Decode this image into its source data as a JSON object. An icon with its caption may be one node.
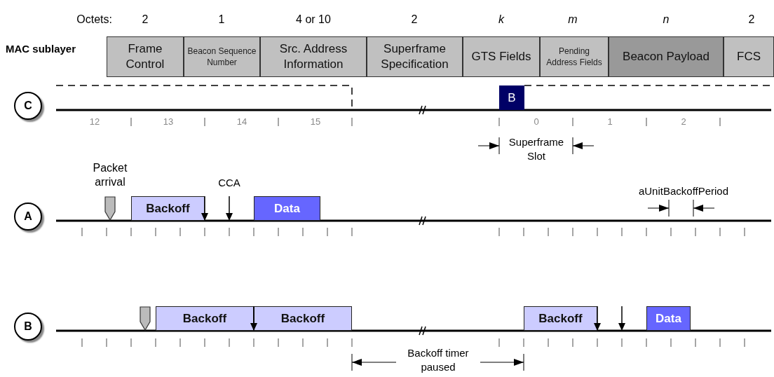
{
  "diagram": {
    "nodes": [
      {
        "text": [
          "Frame Control"
        ]
      },
      {
        "text": [
          "Beacon Sequence Number"
        ]
      },
      {
        "text": [
          "Src. Address Information"
        ]
      },
      {
        "text": [
          "Superframe Specification"
        ]
      },
      {
        "text": [
          "GTS Fields"
        ]
      },
      {
        "text": [
          "Pending Address Fields"
        ]
      },
      {
        "text": [
          "Beacon Payload"
        ]
      },
      {
        "text": [
          "FCS"
        ]
      },
      {
        "text": [
          "C"
        ]
      },
      {
        "text": [
          "B"
        ]
      },
      {
        "text": [
          "A"
        ]
      },
      {
        "text": [],
        "shape": "pentagon",
        "beside": [
          "Packet arrival"
        ]
      },
      {
        "text": [
          "Backoff"
        ]
      },
      {
        "text": [
          "Data"
        ]
      },
      {
        "text": [
          "B"
        ]
      },
      {
        "text": [],
        "shape": "pentagon"
      },
      {
        "text": [
          "Backoff"
        ]
      },
      {
        "text": [
          "Backoff"
        ]
      },
      {
        "text": [
          "Backoff"
        ]
      },
      {
        "text": [
          "Data"
        ]
      }
    ],
    "labels": [
      "Octets:",
      "2",
      "1",
      "4 or 10",
      "2",
      "k",
      "m",
      "n",
      "2",
      "MAC sublayer",
      "12",
      "13",
      "14",
      "15",
      "0",
      "1",
      "2",
      "Superframe Slot",
      "CCA",
      "aUnitBackoffPeriod",
      "Backoff timer paused"
    ]
  }
}
